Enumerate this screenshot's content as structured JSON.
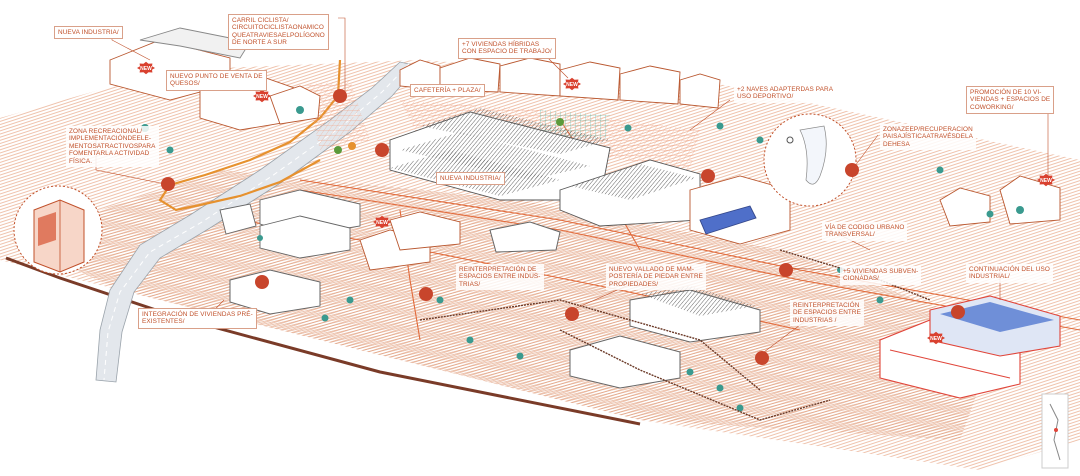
{
  "colors": {
    "accent": "#c0502a",
    "line": "#e26b3c",
    "field": "#f2c4a8",
    "grid": "#f3a487",
    "building_red": "#e0453a",
    "tree": "#3a9a8f",
    "roof_blue": "#6f8fd8"
  },
  "labels": {
    "nueva_industria_top": "NUEVA INDUSTRIA/",
    "carril_ciclista": [
      "CARRIL CICLISTA/",
      "CIRCUITOCICLISTAONAMICO",
      "QUEATRAVIESAELPOLÍGONO",
      "DE NORTE A SUR"
    ],
    "viviendas_hibridas": [
      "+7 VIVIENDAS HÍBRIDAS",
      "CON ESPACIO DE TRABAJO/"
    ],
    "punto_venta": [
      "NUEVO PUNTO DE VENTA DE",
      "QUESOS/"
    ],
    "cafeteria": "CAFETERÍA + PLAZA/",
    "naves_deportivo": [
      "+2 NAVES ADAPTERDAS PARA",
      "USO DEPORTIVO/"
    ],
    "promocion": [
      "PROMOCIÓN DE 10 VI-",
      "VIENDAS + ESPACIOS DE",
      "COWORKING/"
    ],
    "zona_recreacional": [
      "ZONA RECREACIONAL/",
      "IMPLEMENTACIÓNDEELE-",
      "MENTOSATRACTIVOSPARA",
      "FOMENTARLA ACTIVIDAD",
      "FÍSICA."
    ],
    "zona_eep": [
      "ZONAZEEP/RECUPERACION",
      "PAISAJÍSTICAATRAVÉSDELA",
      "DEHESA"
    ],
    "nueva_industria_mid": "NUEVA INDUSTRIA/",
    "via_codigo": [
      "VÍA DE CODIGO URBANO",
      "TRANSVERSAL/"
    ],
    "reinterpretacion_1": [
      "REINTERPRETACIÓN DE",
      "ESPACIOS ENTRE INDUS-",
      "TRIAS/"
    ],
    "vallado": [
      "NUEVO VALLADO DE MAM-",
      "POSTERÍA DE PIEDAR ENTRE",
      "PROPIEDADES/"
    ],
    "viviendas_subvencionadas": [
      "+5 VIVIENDAS SUBVEN-",
      "CIONADAS/"
    ],
    "continuacion": [
      "CONTINUACIÓN DEL USO",
      "INDUSTRIAL/"
    ],
    "integracion": [
      "INTEGRACIÓN DE VIVIENDAS PRÉ-",
      "EXISTENTES/"
    ],
    "reinterpretacion_2": [
      "REINTERPRETACIÓN",
      "DE ESPACIOS ENTRE",
      "INDUSTRIAS /"
    ]
  },
  "badge_text": "NEW"
}
